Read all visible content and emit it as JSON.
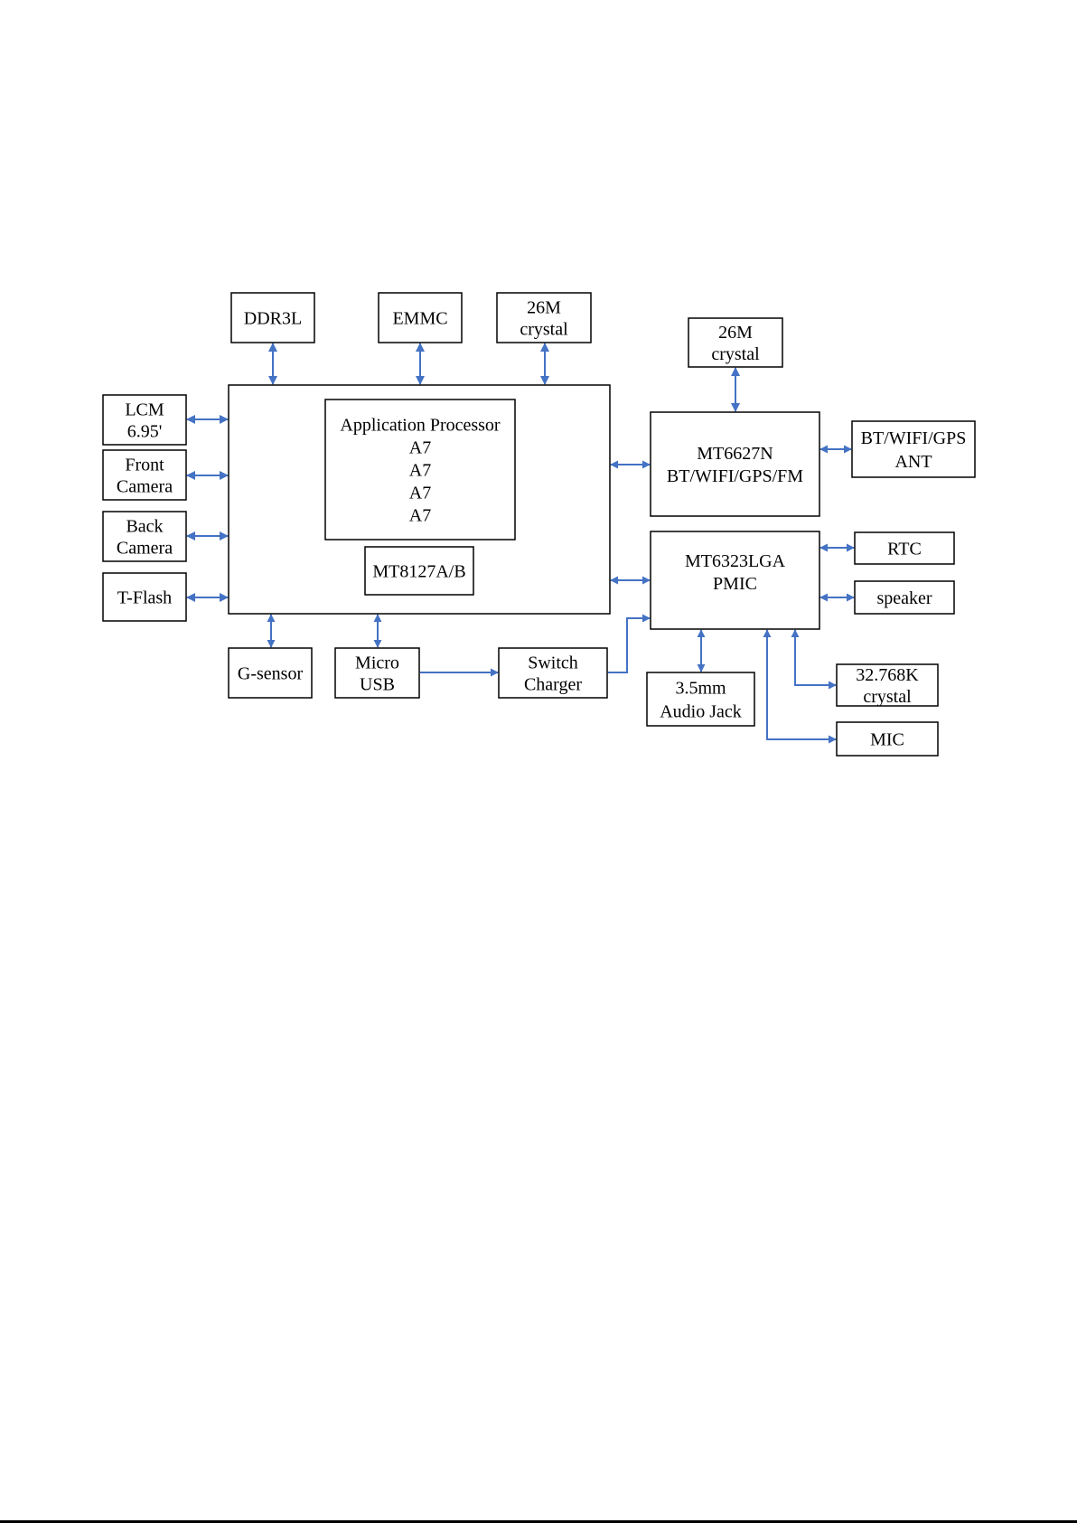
{
  "diagram": {
    "arrow_color": "#4472C4",
    "border_color": "#000000",
    "boxes": {
      "ddr3l": [
        "DDR3L"
      ],
      "emmc": [
        "EMMC"
      ],
      "crystal_26m_ap": [
        "26M",
        "crystal"
      ],
      "crystal_26m_wifi": [
        "26M",
        "crystal"
      ],
      "lcm": [
        "LCM",
        "6.95'"
      ],
      "front_camera": [
        "Front",
        "Camera"
      ],
      "back_camera": [
        "Back",
        "Camera"
      ],
      "t_flash": [
        "T-Flash"
      ],
      "app_processor": [
        "Application Processor",
        "A7",
        "A7",
        "A7",
        "A7"
      ],
      "mt8127": [
        "MT8127A/B"
      ],
      "mt6627n": [
        "MT6627N",
        "BT/WIFI/GPS/FM"
      ],
      "ant": [
        "BT/WIFI/GPS",
        "ANT"
      ],
      "mt6323": [
        "MT6323LGA",
        "PMIC"
      ],
      "rtc": [
        "RTC"
      ],
      "speaker": [
        "speaker"
      ],
      "g_sensor": [
        "G-sensor"
      ],
      "micro_usb": [
        "Micro",
        "USB"
      ],
      "switch_charger": [
        "Switch",
        "Charger"
      ],
      "audio_jack": [
        "3.5mm",
        "Audio Jack"
      ],
      "crystal_32k": [
        "32.768K",
        "crystal"
      ],
      "mic": [
        "MIC"
      ]
    }
  }
}
